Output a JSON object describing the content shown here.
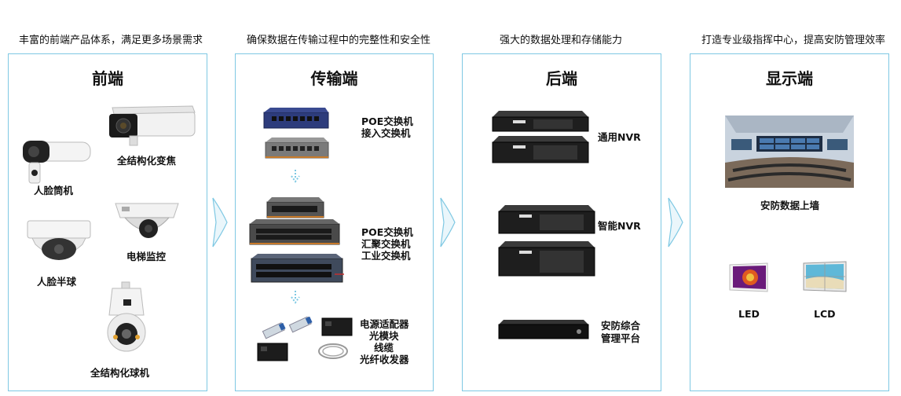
{
  "captions": {
    "c1": "丰富的前端产品体系，满足更多场景需求",
    "c2": "确保数据在传输过程中的完整性和安全性",
    "c3": "强大的数据处理和存储能力",
    "c4": "打造专业级指挥中心，提高安防管理效率"
  },
  "front": {
    "title": "前端",
    "items": [
      "人脸筒机",
      "全结构化变焦",
      "人脸半球",
      "电梯监控",
      "全结构化球机"
    ]
  },
  "transport": {
    "title": "传输端",
    "g1": [
      "POE交换机",
      "接入交换机"
    ],
    "g2": [
      "POE交换机",
      "汇聚交换机",
      "工业交换机"
    ],
    "g3": [
      "电源适配器",
      "光模块",
      "线缆",
      "光纤收发器"
    ]
  },
  "back": {
    "title": "后端",
    "items": [
      "通用NVR",
      "智能NVR",
      "安防综合",
      "管理平台"
    ]
  },
  "display": {
    "title": "显示端",
    "wall_label": "安防数据上墙",
    "led": "LED",
    "lcd": "LCD"
  }
}
